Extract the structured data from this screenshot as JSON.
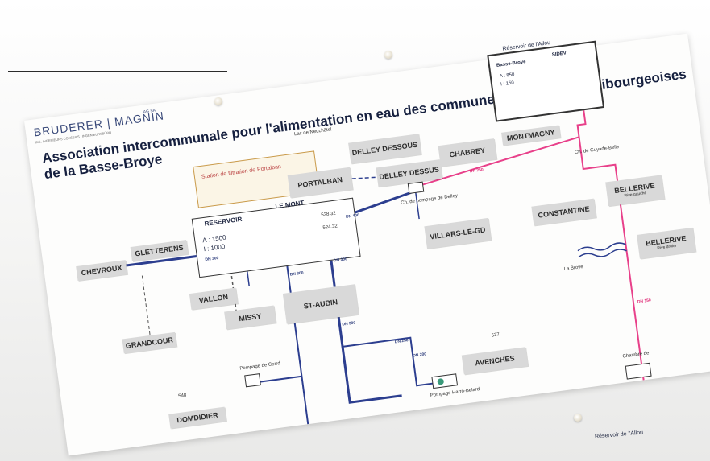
{
  "brand": {
    "name": "BRUDERER | MAGNIN",
    "suffix": "AG SA",
    "subtitle": "ING. INGENIEURS CONSEILS | INGENIEURSBÜRO"
  },
  "title": {
    "line1": "Association intercommunale pour l'alimentation en eau des communes vaudoises et fribourgeoises",
    "line2": "de la Basse-Broye"
  },
  "nodes": {
    "lac": "Lac de Neuchâtel",
    "station": "Station de filtration de Portalban",
    "reservoir": "RESERVOIR",
    "le_mont": "LE MONT",
    "res_a": "A : 1500",
    "res_i": "I : 1000",
    "elev1": "528.32",
    "elev2": "524.32",
    "portalban": "PORTALBAN",
    "delley_dessous": "DELLEY DESSOUS",
    "delley_dessus": "DELLEY DESSUS",
    "chabrey": "CHABREY",
    "montmagny": "MONTMAGNY",
    "ch_pompage_delley": "Ch. de pompage de Delley",
    "villars": "VILLARS-LE-GD",
    "constantine": "CONSTANTINE",
    "bellerive1": "BELLERIVE",
    "bellerive1_sub": "Rive gauche",
    "bellerive2": "BELLERIVE",
    "bellerive2_sub": "Rive droite",
    "la_broye": "La Broye",
    "ch_pompage_belle": "Ch. de Guyade-Belle",
    "gletterens": "GLETTERENS",
    "chevroux": "CHEVROUX",
    "vallon": "VALLON",
    "missy": "MISSY",
    "st_aubin": "ST-AUBIN",
    "grandcour": "GRANDCOUR",
    "avenches": "AVENCHES",
    "domdidier": "DOMDIDIER",
    "elev_avenches": "537",
    "elev_domdidier": "548",
    "pompage_domdidier": "Pompage de Corrd",
    "pompage_harro": "Pompage Harro-Belard",
    "chambre": "Chambre de",
    "reservoir_allou": "Réservoir de l'Allou",
    "basse_broye": "Basse-Broye",
    "sidev": "SIDEV",
    "allou_a": "A : 850",
    "allou_i": "I : 150",
    "bottom_reservoir": "Réservoir de l'Allou"
  },
  "pipes": {
    "dn400": "DN 400",
    "dn300": "DN 300",
    "dn250": "DN 250",
    "dn200": "DN 200",
    "dn150": "DN 150"
  },
  "colors": {
    "main_pipe": "#2c3e8f",
    "pink_pipe": "#e8408a",
    "box_fill": "#d9d9d9",
    "title": "#16203f"
  }
}
